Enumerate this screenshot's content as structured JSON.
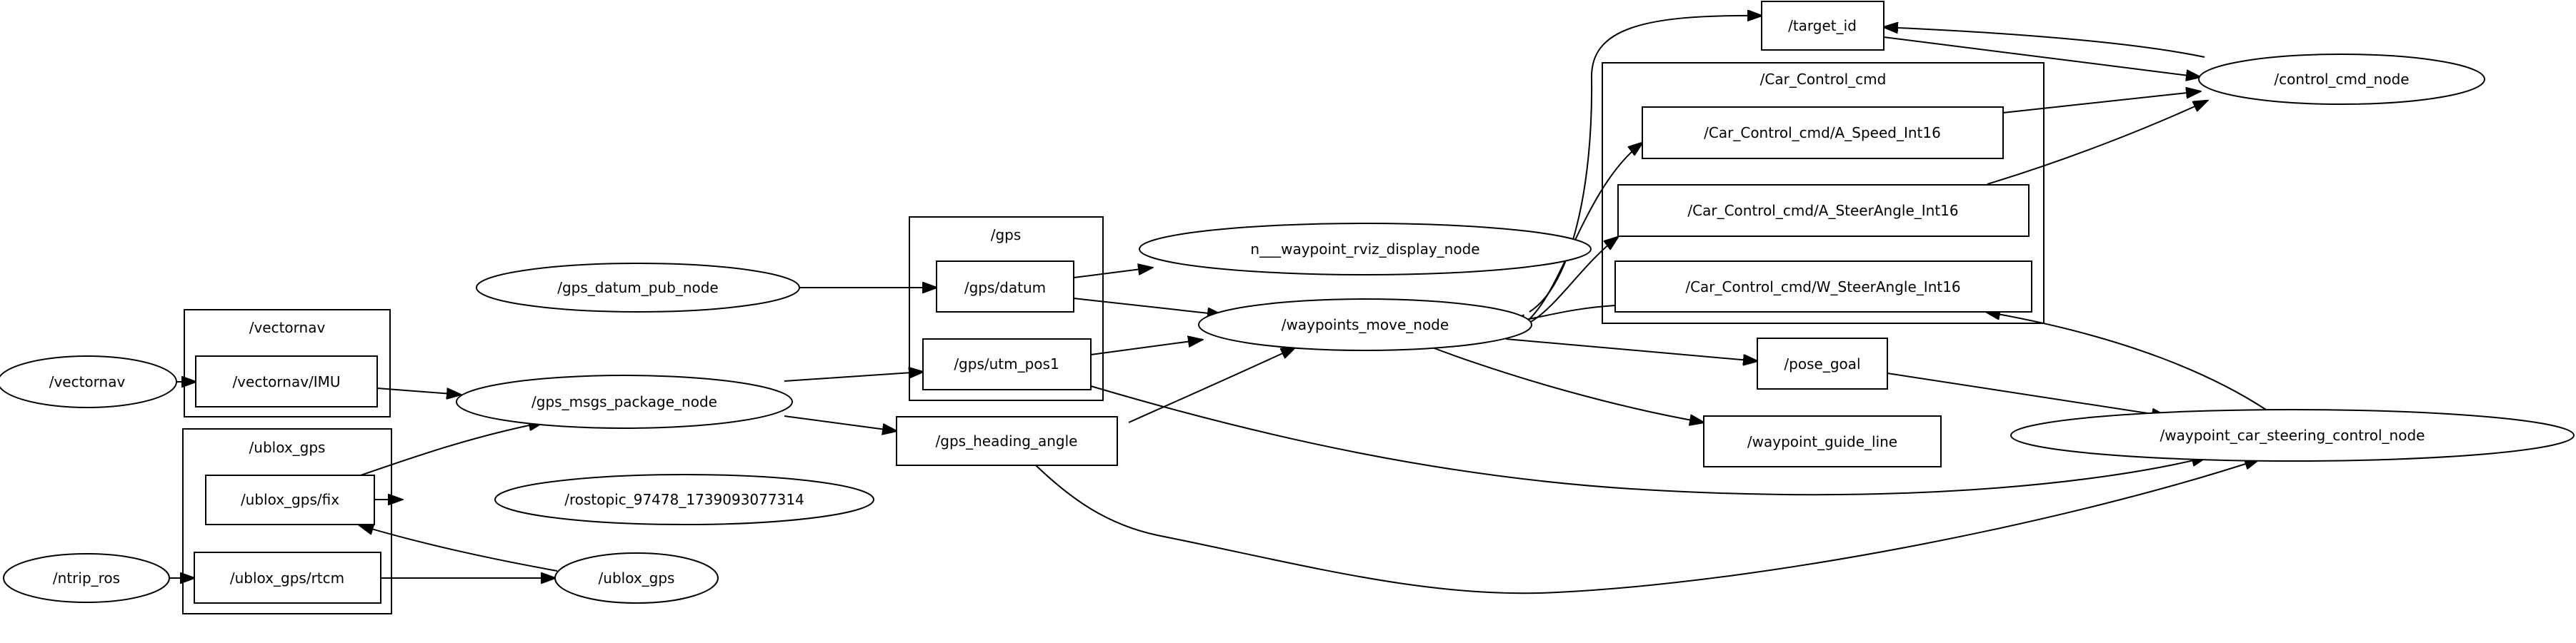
{
  "graph": {
    "clusters": {
      "vectornav": "/vectornav",
      "ublox_gps": "/ublox_gps",
      "gps": "/gps",
      "car_control_cmd": "/Car_Control_cmd"
    },
    "nodes": {
      "vectornav": "/vectornav",
      "ntrip_ros": "/ntrip_ros",
      "vectornav_imu": "/vectornav/IMU",
      "ublox_gps_fix": "/ublox_gps/fix",
      "ublox_gps_rtcm": "/ublox_gps/rtcm",
      "gps_datum_pub_node": "/gps_datum_pub_node",
      "gps_msgs_package_node": "/gps_msgs_package_node",
      "rostopic": "/rostopic_97478_1739093077314",
      "ublox_gps": "/ublox_gps",
      "gps_datum": "/gps/datum",
      "gps_utm_pos1": "/gps/utm_pos1",
      "gps_heading_angle": "/gps_heading_angle",
      "waypoint_rviz_display_node": "n___waypoint_rviz_display_node",
      "waypoints_move_node": "/waypoints_move_node",
      "target_id": "/target_id",
      "a_speed": "/Car_Control_cmd/A_Speed_Int16",
      "a_steer": "/Car_Control_cmd/A_SteerAngle_Int16",
      "w_steer": "/Car_Control_cmd/W_SteerAngle_Int16",
      "pose_goal": "/pose_goal",
      "waypoint_guide_line": "/waypoint_guide_line",
      "control_cmd_node": "/control_cmd_node",
      "waypoint_car_steering_control_node": "/waypoint_car_steering_control_node"
    },
    "edges": [
      "/vectornav → /vectornav/IMU",
      "/vectornav/IMU → /gps_msgs_package_node",
      "/ublox_gps/fix → /gps_msgs_package_node",
      "/ublox_gps/fix → /rostopic_97478_1739093077314",
      "/ublox_gps → /ublox_gps/fix",
      "/ntrip_ros → /ublox_gps/rtcm",
      "/ublox_gps/rtcm → /ublox_gps",
      "/gps_datum_pub_node → /gps/datum",
      "/gps_msgs_package_node → /gps/utm_pos1",
      "/gps_msgs_package_node → /gps_heading_angle",
      "/gps/datum → n___waypoint_rviz_display_node",
      "/gps/datum → /waypoints_move_node",
      "/gps/utm_pos1 → /waypoints_move_node",
      "/gps/utm_pos1 → /waypoint_car_steering_control_node",
      "/gps_heading_angle → /waypoints_move_node",
      "/gps_heading_angle → /waypoint_car_steering_control_node",
      "/waypoints_move_node → /target_id",
      "/waypoints_move_node → /Car_Control_cmd/A_Speed_Int16",
      "/waypoints_move_node → /Car_Control_cmd/A_SteerAngle_Int16",
      "/Car_Control_cmd/W_SteerAngle_Int16 → /waypoints_move_node",
      "/waypoints_move_node → /pose_goal",
      "/waypoints_move_node → /waypoint_guide_line",
      "/control_cmd_node → /target_id",
      "/target_id → /control_cmd_node",
      "/Car_Control_cmd/A_Speed_Int16 → /control_cmd_node",
      "/Car_Control_cmd/A_SteerAngle_Int16 → /control_cmd_node",
      "/pose_goal → /waypoint_car_steering_control_node",
      "/waypoint_car_steering_control_node → /Car_Control_cmd/W_SteerAngle_Int16"
    ]
  }
}
